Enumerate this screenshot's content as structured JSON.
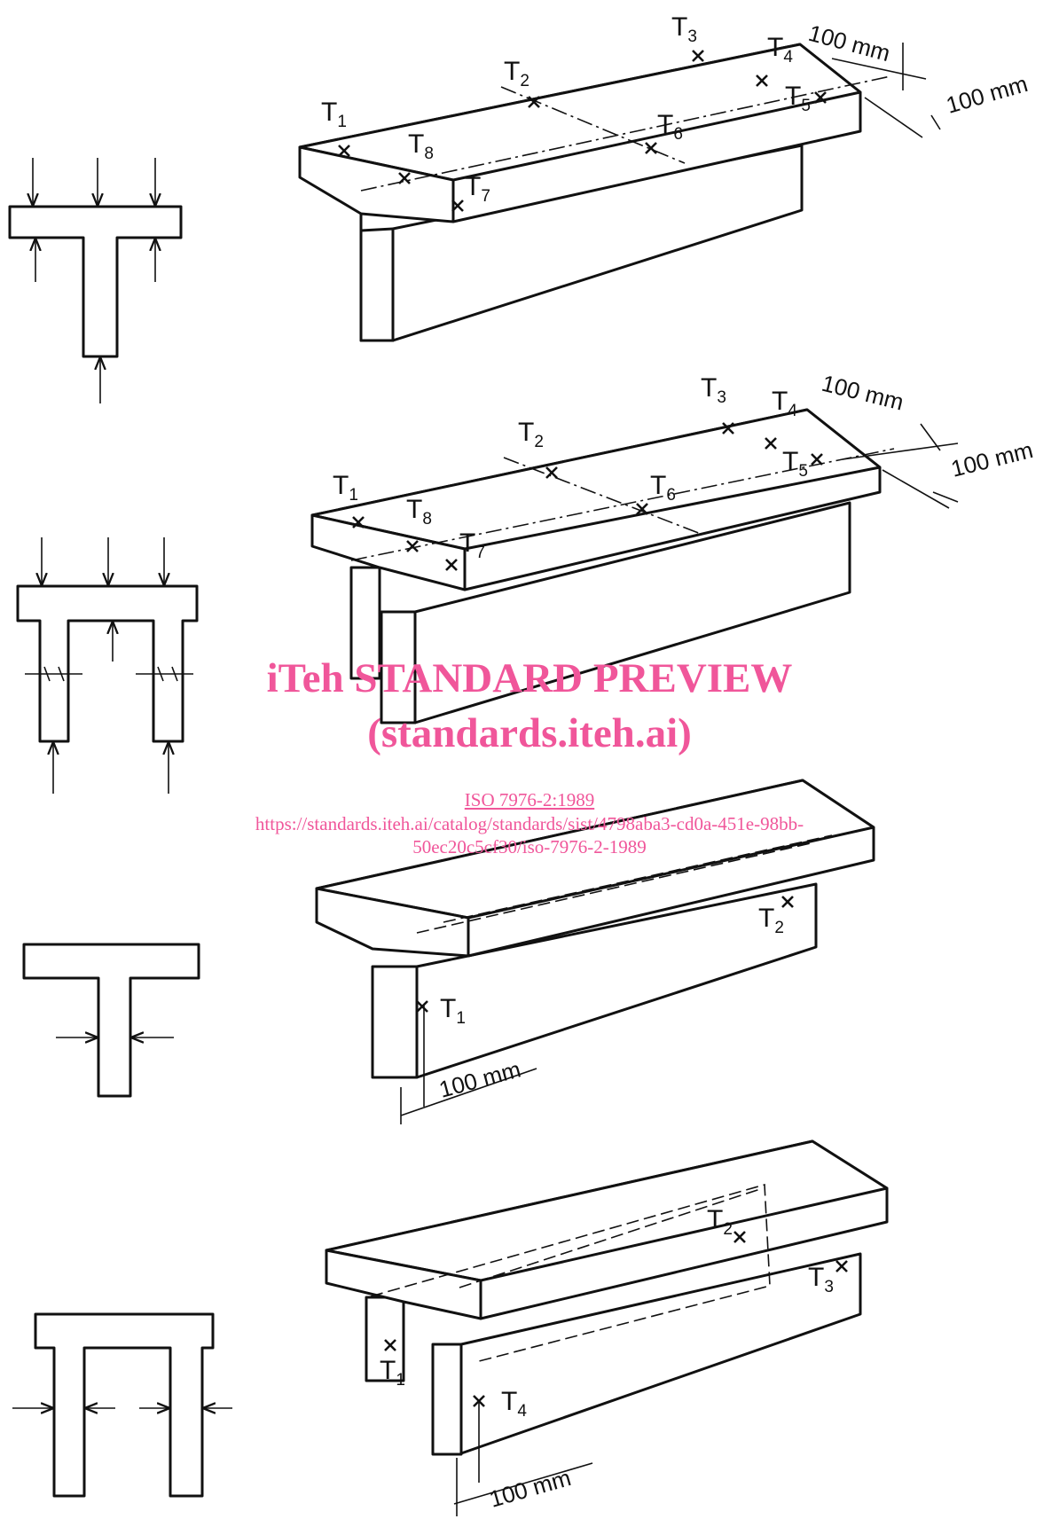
{
  "watermark": {
    "title": "iTeh STANDARD PREVIEW",
    "site": "(standards.iteh.ai)",
    "standard": "ISO 7976-2:1989",
    "url_line1": "https://standards.iteh.ai/catalog/standards/sist/4798aba3-cd0a-451e-98bb-",
    "url_line2": "50ec20c5cf30/iso-7976-2-1989"
  },
  "dimension_label": "100 mm",
  "point_prefix": "T",
  "figures": [
    {
      "points": [
        "1",
        "2",
        "3",
        "4",
        "5",
        "6",
        "7",
        "8"
      ]
    },
    {
      "points": [
        "1",
        "2",
        "3",
        "4",
        "5",
        "6",
        "7",
        "8"
      ]
    },
    {
      "points": [
        "1",
        "2"
      ]
    },
    {
      "points": [
        "1",
        "2",
        "3",
        "4"
      ]
    }
  ],
  "colors": {
    "line": "#111111",
    "watermark": "#f0569a",
    "background": "#ffffff"
  }
}
